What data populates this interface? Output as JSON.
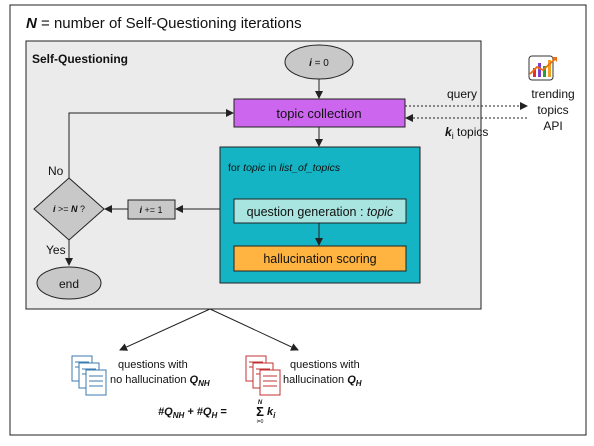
{
  "header": {
    "n_symbol": "N",
    "text": " = number of Self-Questioning iterations"
  },
  "group": {
    "title": "Self-Questioning"
  },
  "start_node": {
    "var": "i",
    "text": " = 0"
  },
  "topic_collection": {
    "label": "topic collection"
  },
  "loop_box": {
    "p1": "for ",
    "topic": "topic",
    "p2": " in ",
    "list": "list_of_topics"
  },
  "question_generation": {
    "label": "question generation : ",
    "topic": "topic"
  },
  "hallucination_scoring": {
    "label": "hallucination scoring"
  },
  "increment_node": {
    "var": "i",
    "text": " += 1"
  },
  "decision_node": {
    "var": "i",
    "op": " >= ",
    "n": "N",
    "q": " ?"
  },
  "no_label": "No",
  "yes_label": "Yes",
  "end_node": {
    "label": "end"
  },
  "edges": {
    "query": "query",
    "k": "k",
    "k_sub": "i",
    "topics": " topics"
  },
  "api": {
    "line1": "trending",
    "line2": "topics",
    "line3": "API"
  },
  "outputs": {
    "nh_line1": "questions with",
    "nh_line2": "no hallucination ",
    "nh_q": "Q",
    "nh_sub": "NH",
    "h_line1": "questions with",
    "h_line2": "hallucination ",
    "h_q": "Q",
    "h_sub": "H"
  },
  "formula": {
    "hash1": "#Q",
    "sub1": "NH",
    "plus": " + #Q",
    "sub2": "H",
    "eq": " = ",
    "sigma": "Σ",
    "sigma_top": "N",
    "sigma_bottom": "i=0",
    "k": "k",
    "k_sub": "i"
  },
  "colors": {
    "group_bg": "#ebebeb",
    "purple": "#cc66ee",
    "teal": "#14b4c4",
    "light_teal": "#a8e4e0",
    "orange": "#ffb340",
    "gray_node": "#c8c8c8"
  }
}
